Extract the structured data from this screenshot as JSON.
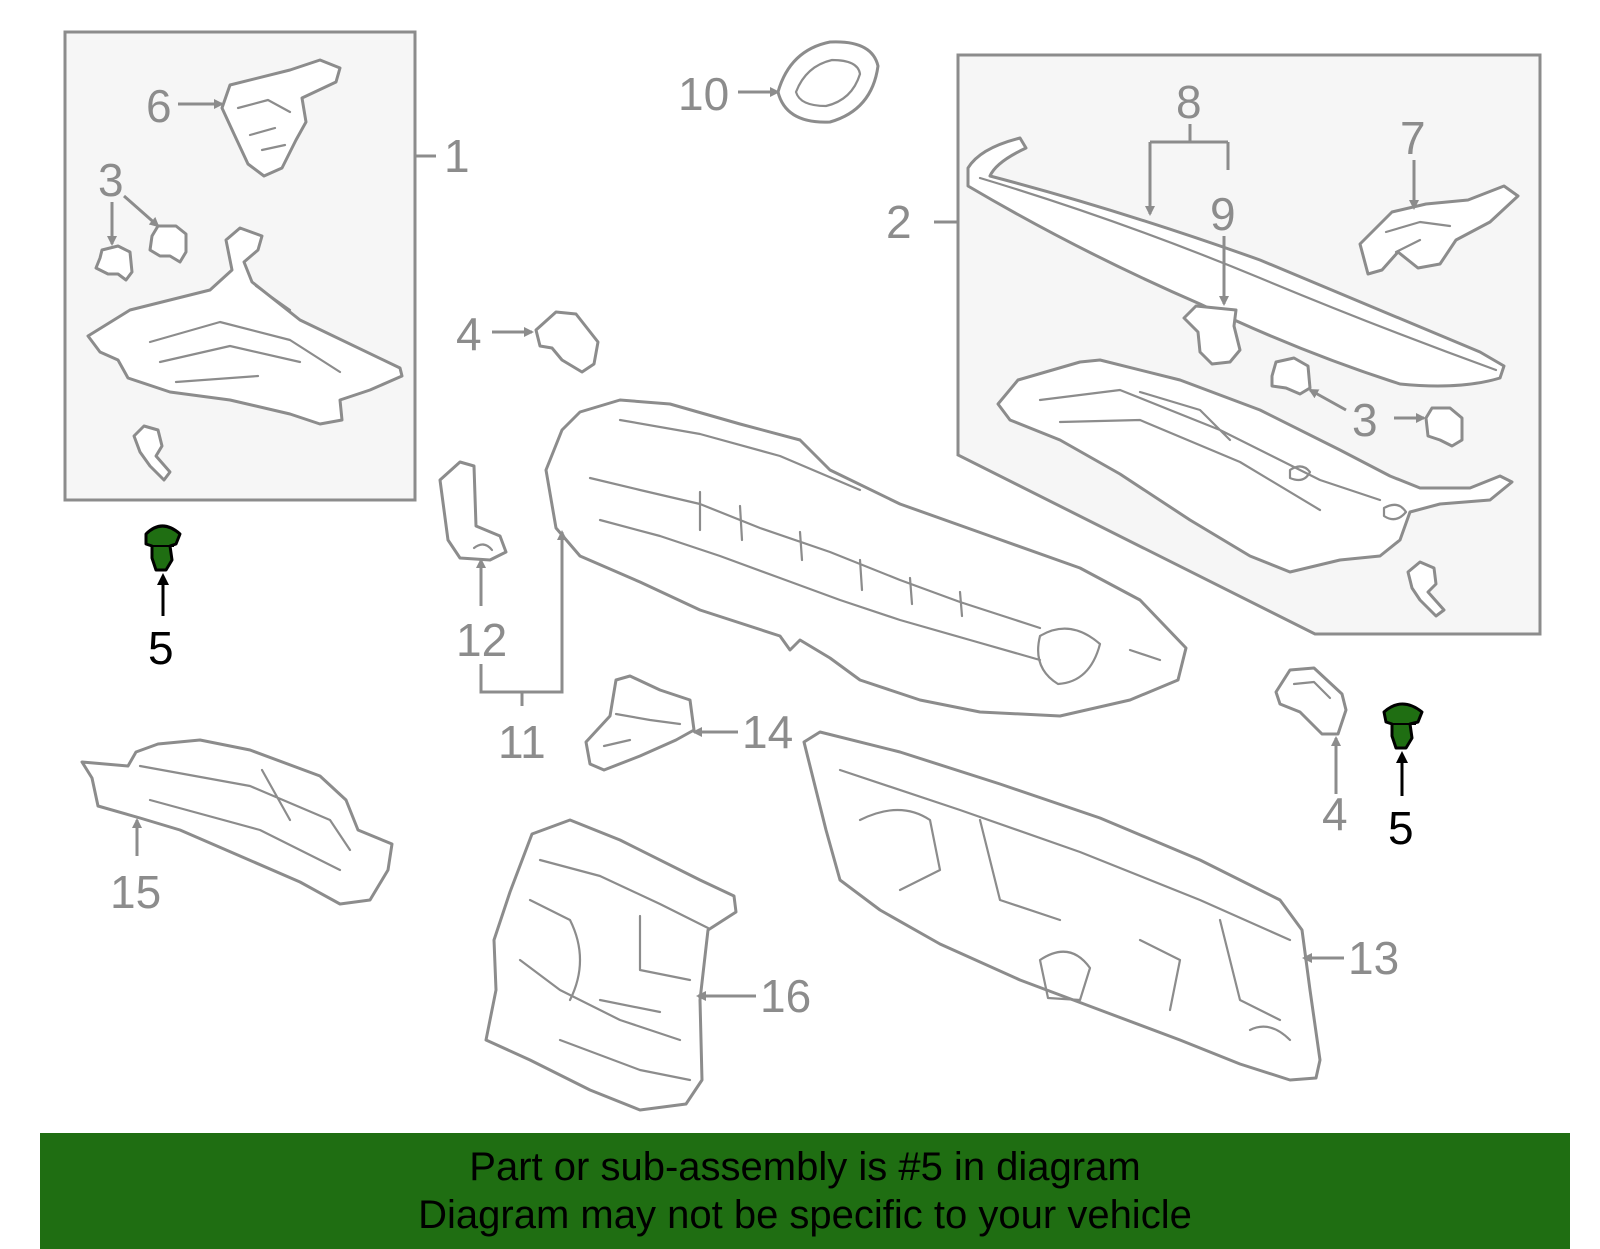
{
  "colors": {
    "line_gray": "#8c8c8c",
    "highlight_fill": "#1f6e12",
    "highlight_label": "#000000",
    "banner_bg": "#1f6e12",
    "banner_text": "#000000"
  },
  "callouts": {
    "c1": "1",
    "c2": "2",
    "c3a": "3",
    "c3b": "3",
    "c4a": "4",
    "c4b": "4",
    "c5a": "5",
    "c5b": "5",
    "c6": "6",
    "c7": "7",
    "c8": "8",
    "c9": "9",
    "c10": "10",
    "c11": "11",
    "c12": "12",
    "c13": "13",
    "c14": "14",
    "c15": "15",
    "c16": "16"
  },
  "highlighted_part": "5",
  "banner": {
    "line1": "Part or sub-assembly is #5 in diagram",
    "line2": "Diagram may not be specific to your vehicle"
  }
}
